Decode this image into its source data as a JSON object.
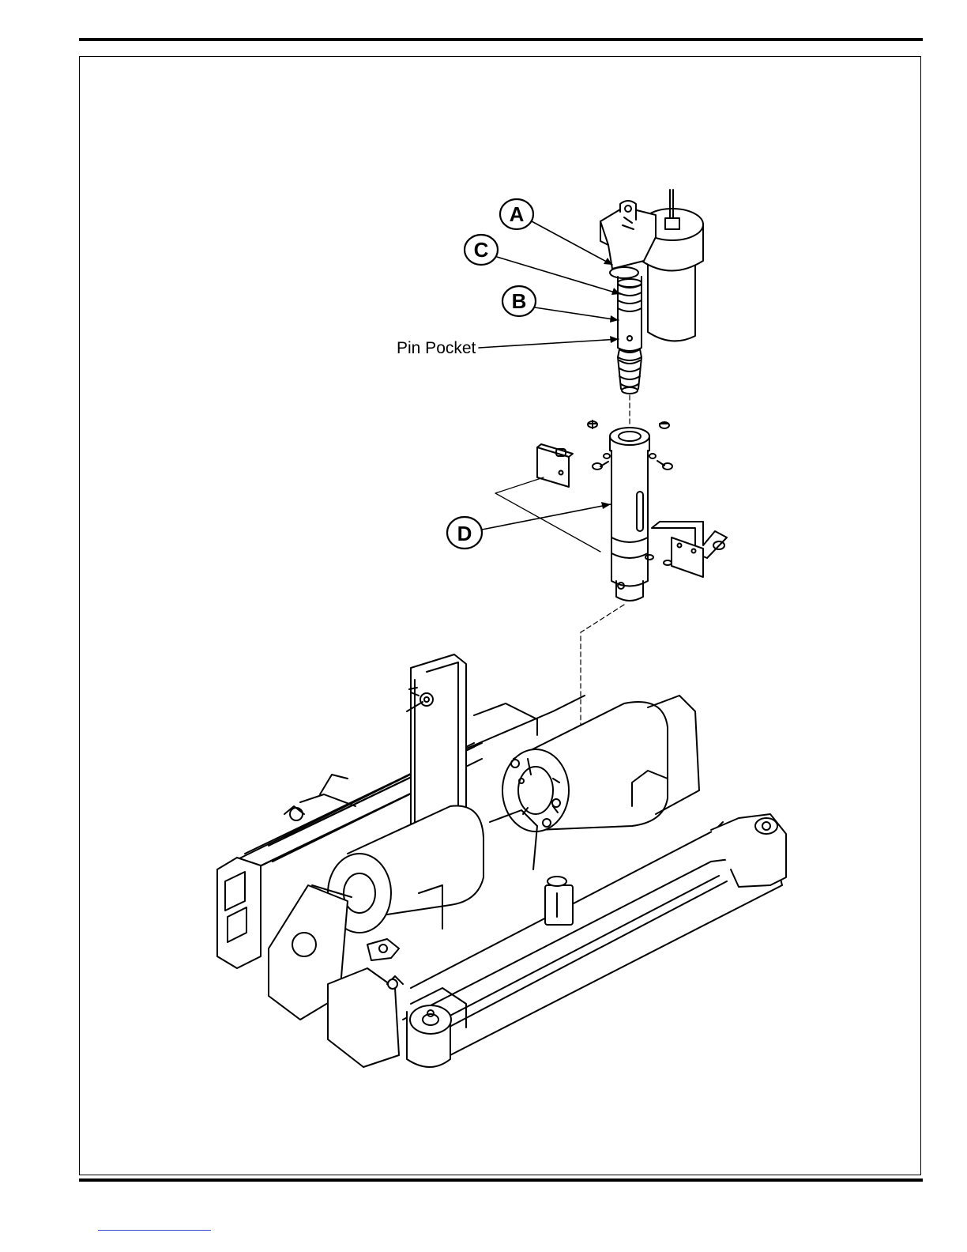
{
  "diagram": {
    "callouts": {
      "a": "A",
      "b": "B",
      "c": "C",
      "d": "D"
    },
    "labels": {
      "pin_pocket": "Pin Pocket"
    }
  }
}
